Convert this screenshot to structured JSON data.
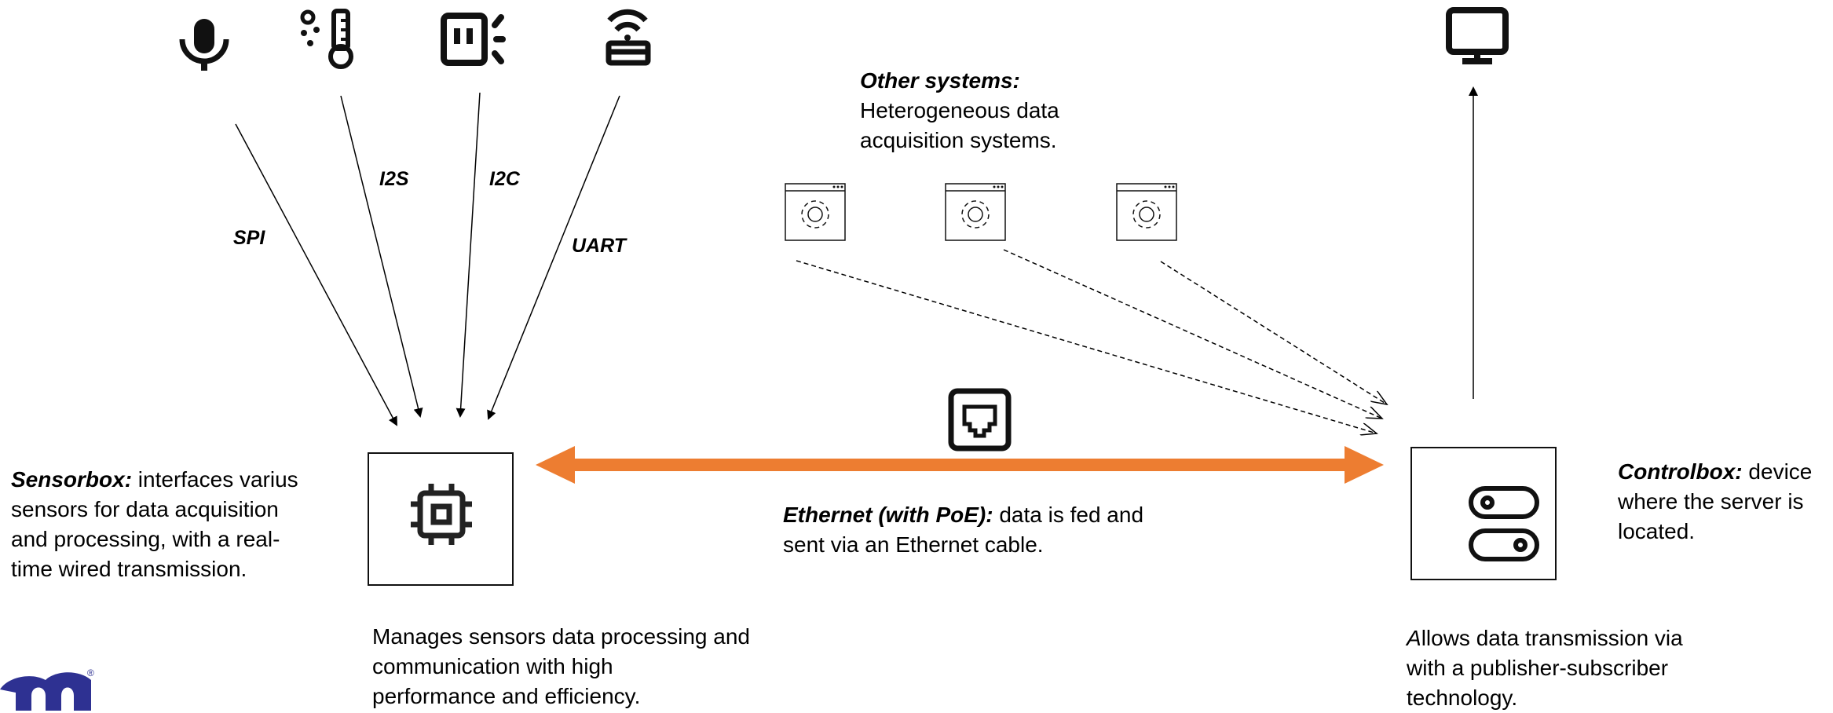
{
  "protocols": {
    "spi": "SPI",
    "i2s": "I2S",
    "i2c": "I2C",
    "uart": "UART"
  },
  "other_systems": {
    "title": "Other systems:",
    "line1": "Heterogeneous data",
    "line2": "acquisition systems."
  },
  "sensorbox": {
    "title": "Sensorbox:",
    "line1": " interfaces varius",
    "line2": "sensors for data acquisition",
    "line3": "and processing, with a real-",
    "line4": "time wired transmission."
  },
  "sensorbox_caption": {
    "line1": "Manages sensors data processing and",
    "line2": "communication with high",
    "line3": "performance and efficiency."
  },
  "ethernet": {
    "title": "Ethernet (with PoE):",
    "line1": " data is fed and",
    "line2": "sent via an Ethernet cable."
  },
  "controlbox": {
    "title": "Controlbox:",
    "line1": " device",
    "line2": "where the server is",
    "line3": "located."
  },
  "controlbox_caption": {
    "first_letter": "A",
    "line1": "llows data transmission via",
    "line2": "with a publisher-subscriber",
    "line3": "technology."
  },
  "logo": {
    "mark": "m",
    "registered": "®"
  },
  "colors": {
    "connection": "#ED7D31",
    "ink": "#111111",
    "logo": "#2E3192"
  },
  "icons": [
    "microphone-icon",
    "thermometer-icon",
    "sensor-device-icon",
    "wireless-router-icon",
    "monitor-icon",
    "ethernet-port-icon",
    "chip-icon",
    "toggle-switches-icon",
    "settings-window-icon"
  ]
}
